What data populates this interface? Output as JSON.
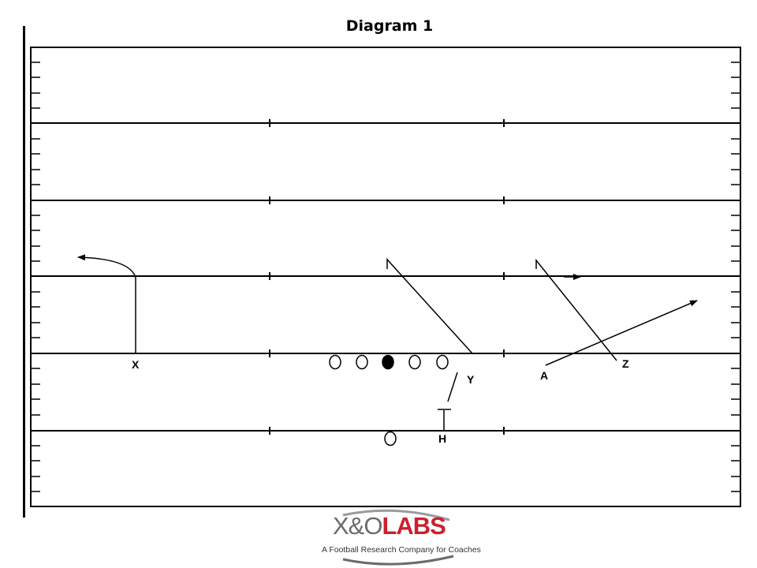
{
  "title": "Diagram 1",
  "players": {
    "x": "X",
    "y": "Y",
    "h": "H",
    "a": "A",
    "z": "Z"
  },
  "logo": {
    "brand_xo": "X&O",
    "brand_labs": "LABS",
    "tagline": "A Football Research Company for Coaches",
    "accent_color": "#cc1f2d"
  }
}
